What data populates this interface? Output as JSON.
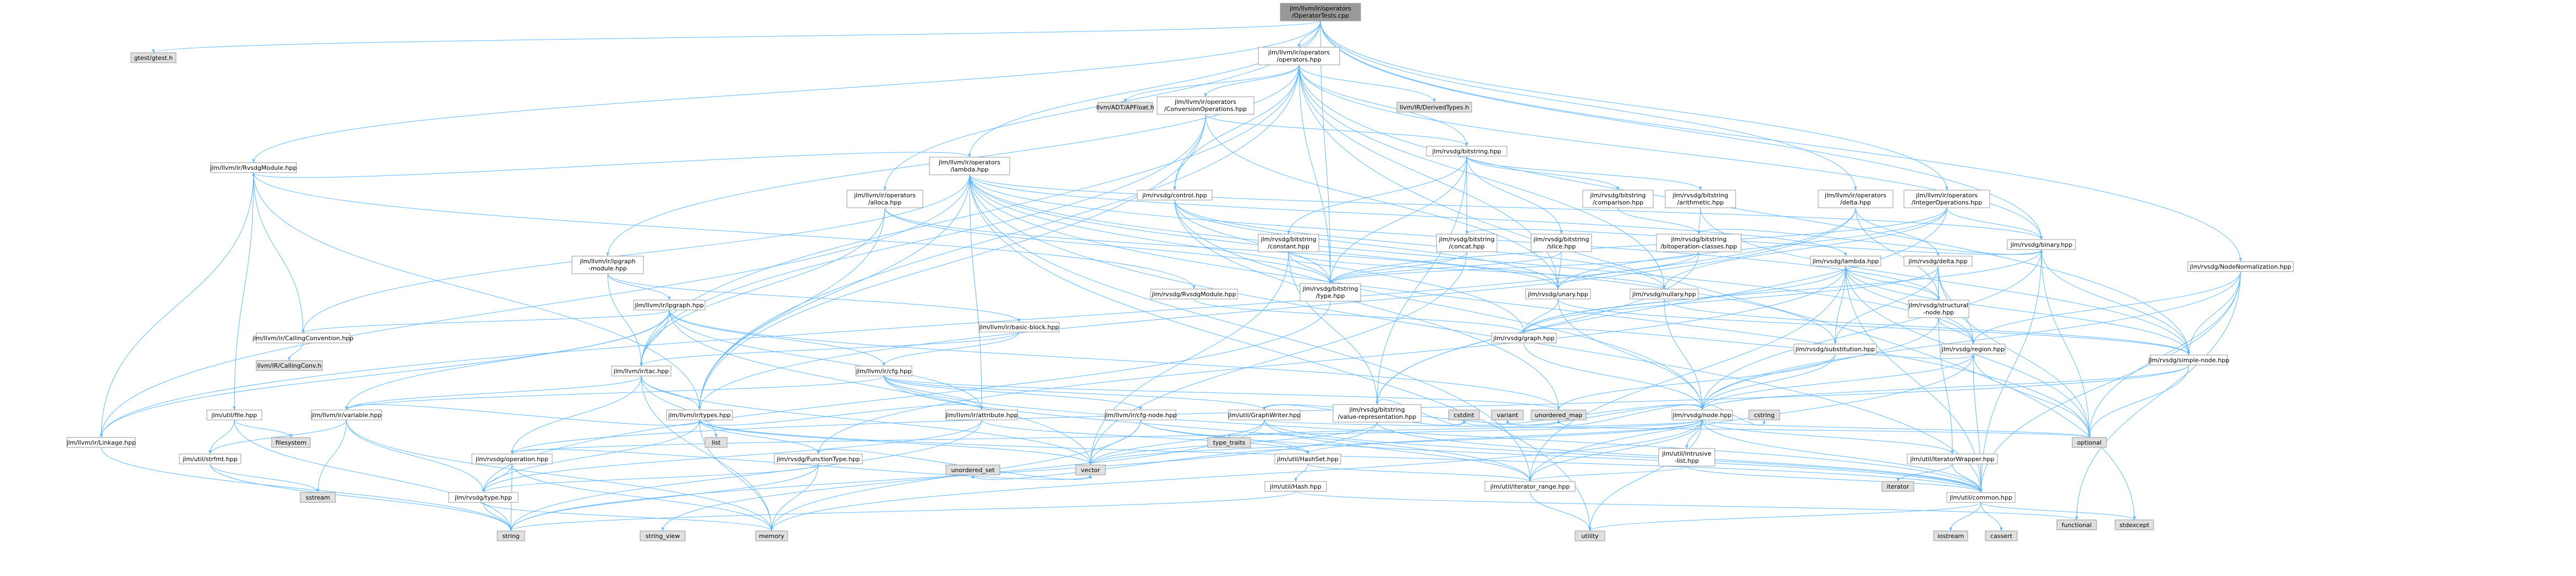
{
  "colors": {
    "node_fill": "#ffffff",
    "root_fill": "#999999",
    "external_fill": "#e0e0e0",
    "border": "#999999",
    "edge": "#63b8ff"
  },
  "nodes": {
    "root": [
      "jlm/llvm/ir/operators",
      "/OperatorTests.cpp"
    ],
    "gtest": [
      "gtest/gtest.h"
    ],
    "operators_hpp": [
      "jlm/llvm/ir/operators",
      "/operators.hpp"
    ],
    "rvsdgmodule_llvm": [
      "jlm/llvm/ir/RvsdgModule.hpp"
    ],
    "lambda_llvm": [
      "jlm/llvm/ir/operators",
      "/lambda.hpp"
    ],
    "alloca_llvm": [
      "jlm/llvm/ir/operators",
      "/alloca.hpp"
    ],
    "conversion_ops": [
      "jlm/llvm/ir/operators",
      "/ConversionOperations.hpp"
    ],
    "apfloat": [
      "llvm/ADT/APFloat.h"
    ],
    "llvm_irtypes": [
      "llvm/IR/DerivedTypes.h"
    ],
    "bitstring_hpp": [
      "jlm/rvsdg/bitstring.hpp"
    ],
    "control_hpp": [
      "jlm/rvsdg/control.hpp"
    ],
    "delta_llvm": [
      "jlm/llvm/ir/operators",
      "/delta.hpp"
    ],
    "intops_llvm": [
      "jlm/llvm/ir/operators",
      "/IntegerOperations.hpp"
    ],
    "nodenormalization": [
      "jlm/rvsdg/NodeNormalization.hpp"
    ],
    "ipgraph_module": [
      "jlm/llvm/ir/ipgraph",
      "-module.hpp"
    ],
    "bs_comparison": [
      "jlm/rvsdg/bitstring",
      "/comparison.hpp"
    ],
    "bs_arithmetic": [
      "jlm/rvsdg/bitstring",
      "/arithmetic.hpp"
    ],
    "bs_constant": [
      "jlm/rvsdg/bitstring",
      "/constant.hpp"
    ],
    "bs_concat": [
      "jlm/rvsdg/bitstring",
      "/concat.hpp"
    ],
    "bs_slice": [
      "jlm/rvsdg/bitstring",
      "/slice.hpp"
    ],
    "bs_bitop": [
      "jlm/rvsdg/bitstring",
      "/bitoperation-classes.hpp"
    ],
    "binary_hpp": [
      "jlm/rvsdg/binary.hpp"
    ],
    "bs_type": [
      "jlm/rvsdg/bitstring",
      "/type.hpp"
    ],
    "unary_hpp": [
      "jlm/rvsdg/unary.hpp"
    ],
    "nullary_hpp": [
      "jlm/rvsdg/nullary.hpp"
    ],
    "rvsdg_lambda": [
      "jlm/rvsdg/lambda.hpp"
    ],
    "rvsdg_delta": [
      "jlm/rvsdg/delta.hpp"
    ],
    "rvsdg_rvsdgmodule": [
      "jlm/rvsdg/RvsdgModule.hpp"
    ],
    "ipgraph_hpp": [
      "jlm/llvm/ir/ipgraph.hpp"
    ],
    "basic_block": [
      "jlm/llvm/ir/basic-block.hpp"
    ],
    "callingconv": [
      "jlm/llvm/ir/CallingConvention.hpp"
    ],
    "llvm_callingconv": [
      "llvm/IR/CallingConv.h"
    ],
    "graph_hpp": [
      "jlm/rvsdg/graph.hpp"
    ],
    "structural_node": [
      "jlm/rvsdg/structural",
      "-node.hpp"
    ],
    "substitution": [
      "jlm/rvsdg/substitution.hpp"
    ],
    "region_hpp": [
      "jlm/rvsdg/region.hpp"
    ],
    "simple_node": [
      "jlm/rvsdg/simple-node.hpp"
    ],
    "tac_hpp": [
      "jlm/llvm/ir/tac.hpp"
    ],
    "cfg_hpp": [
      "jlm/llvm/ir/cfg.hpp"
    ],
    "variable_hpp": [
      "jlm/llvm/ir/variable.hpp"
    ],
    "types_llvm": [
      "jlm/llvm/ir/types.hpp"
    ],
    "attribute_hpp": [
      "jlm/llvm/ir/attribute.hpp"
    ],
    "cfg_node": [
      "jlm/llvm/ir/cfg-node.hpp"
    ],
    "graphwriter": [
      "jlm/util/GraphWriter.hpp"
    ],
    "bs_value_repr": [
      "jlm/rvsdg/bitstring",
      "/value-representation.hpp"
    ],
    "node_hpp": [
      "jlm/rvsdg/node.hpp"
    ],
    "util_file": [
      "jlm/util/file.hpp"
    ],
    "linkage": [
      "jlm/llvm/ir/Linkage.hpp"
    ],
    "strfmt": [
      "jlm/util/strfmt.hpp"
    ],
    "rvsdg_operation": [
      "jlm/rvsdg/operation.hpp"
    ],
    "functiontype": [
      "jlm/rvsdg/FunctionType.hpp"
    ],
    "hashset": [
      "jlm/util/HashSet.hpp"
    ],
    "intrusive_list": [
      "jlm/util/intrusive",
      "-list.hpp"
    ],
    "iterator_wrapper": [
      "jlm/util/IteratorWrapper.hpp"
    ],
    "util_hash": [
      "jlm/util/Hash.hpp"
    ],
    "iterator_range": [
      "jlm/util/iterator_range.hpp"
    ],
    "rvsdg_type": [
      "jlm/rvsdg/type.hpp"
    ],
    "util_common": [
      "jlm/util/common.hpp"
    ],
    "filesystem": [
      "filesystem"
    ],
    "sstream": [
      "sstream"
    ],
    "list": [
      "list"
    ],
    "type_traits": [
      "type_traits"
    ],
    "variant": [
      "variant"
    ],
    "cstdint": [
      "cstdint"
    ],
    "unordered_map": [
      "unordered_map"
    ],
    "cstring": [
      "cstring"
    ],
    "optional": [
      "optional"
    ],
    "unordered_set": [
      "unordered_set"
    ],
    "vector": [
      "vector"
    ],
    "iterator": [
      "iterator"
    ],
    "string": [
      "string"
    ],
    "string_view": [
      "string_view"
    ],
    "memory": [
      "memory"
    ],
    "utility": [
      "utility"
    ],
    "iostream": [
      "iostream"
    ],
    "cassert": [
      "cassert"
    ],
    "functional": [
      "functional"
    ],
    "stdexcept": [
      "stdexcept"
    ]
  }
}
